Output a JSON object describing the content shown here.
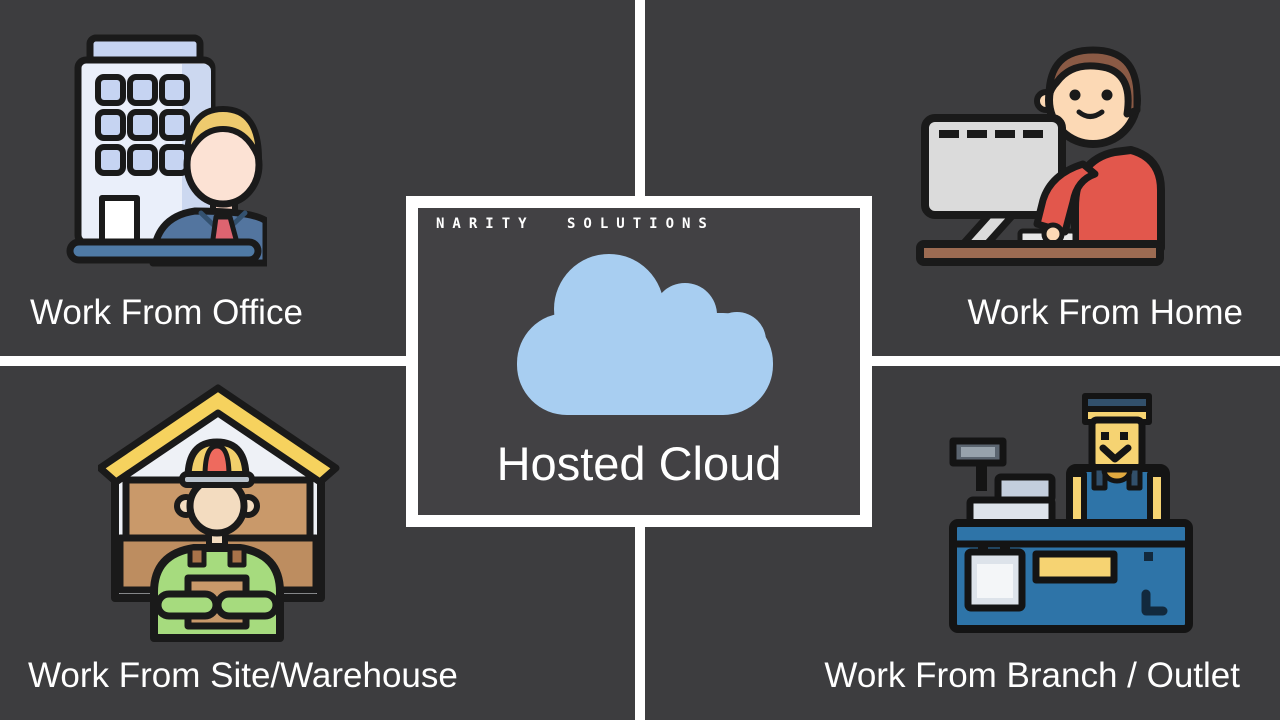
{
  "slide": {
    "background_color": "#3d3d3f",
    "divider_color": "#ffffff",
    "text_color": "#ffffff"
  },
  "center_panel": {
    "brand_text": "NARITY SOLUTIONS",
    "title": "Hosted Cloud",
    "border_color": "#ffffff",
    "cloud_color": "#a8cef1"
  },
  "quadrants": {
    "top_left": {
      "label": "Work From Office",
      "icon": "office-building-with-businessman"
    },
    "top_right": {
      "label": "Work From Home",
      "icon": "person-working-at-computer"
    },
    "bottom_left": {
      "label": "Work From Site/Warehouse",
      "icon": "warehouse-worker-holding-box"
    },
    "bottom_right": {
      "label": "Work From Branch / Outlet",
      "icon": "cashier-at-register-counter"
    }
  }
}
